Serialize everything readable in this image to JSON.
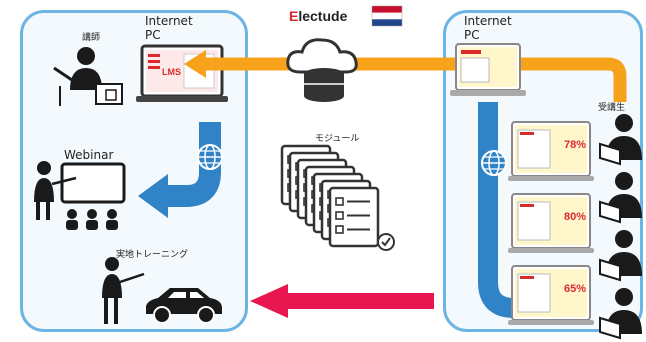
{
  "brand": {
    "name": "Electude",
    "accent": "#d9272e"
  },
  "left_panel": {
    "device_label": "Internet\nPC",
    "lms_label": "LMS",
    "instructor_label": "講師",
    "webinar_label": "Webinar",
    "training_label": "実地トレーニング"
  },
  "center": {
    "modules_label": "モジュール"
  },
  "right_panel": {
    "device_label": "Internet\nPC",
    "students_label": "受講生",
    "scores": [
      "78%",
      "80%",
      "65%"
    ]
  },
  "colors": {
    "panel_border": "#6cb4e4",
    "sync_arrow": "#f7a21b",
    "delivery_arrow": "#2f83c6",
    "training_arrow": "#e8174f",
    "flag_red": "#c8102e",
    "flag_blue": "#21468b"
  },
  "icons": [
    "person-icon",
    "globe-icon",
    "cloud-server-icon",
    "checklist-stack-icon",
    "car-icon",
    "laptop-icon",
    "book-reader-icon"
  ]
}
